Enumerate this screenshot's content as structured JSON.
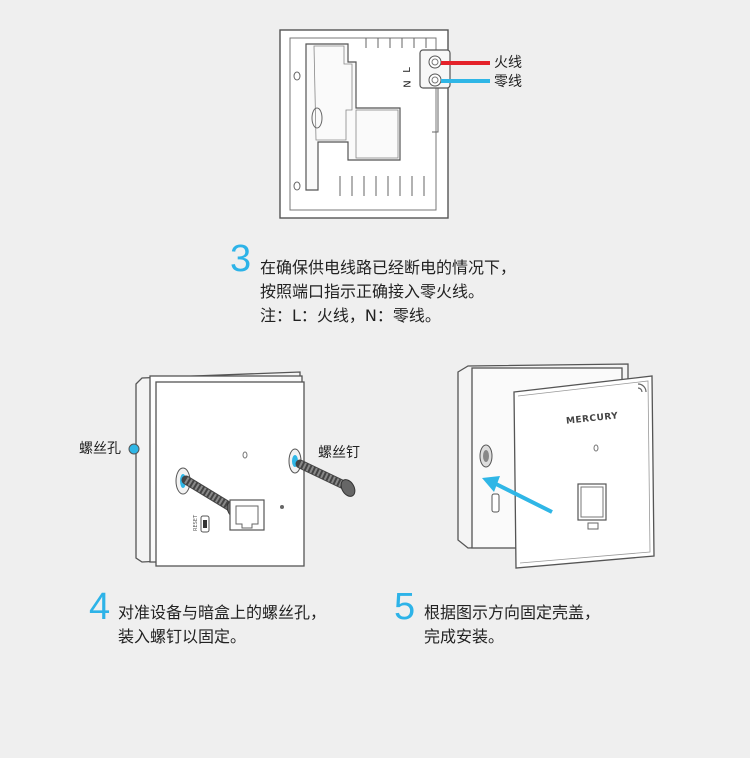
{
  "top_panel": {
    "terminal_labels": [
      "L",
      "N"
    ],
    "wire_live_label": "火线",
    "wire_neutral_label": "零线",
    "wire_live_color": "#e4222a",
    "wire_neutral_color": "#2fb6e6"
  },
  "step3": {
    "number": "3",
    "lines": [
      "在确保供电线路已经断电的情况下，",
      "按照端口指示正确接入零火线。",
      "注：L：火线，N：零线。"
    ]
  },
  "left_device": {
    "screw_hole_label": "螺丝孔",
    "screw_label": "螺丝钉",
    "port_marks": [
      "RESET"
    ]
  },
  "right_device": {
    "brand": "MERCURY",
    "arrow_color": "#2fb6e6"
  },
  "step4": {
    "number": "4",
    "lines": [
      "对准设备与暗盒上的螺丝孔，",
      "装入螺钉以固定。"
    ]
  },
  "step5": {
    "number": "5",
    "lines": [
      "根据图示方向固定壳盖，",
      "完成安装。"
    ]
  },
  "accent_color": "#2db3e8"
}
